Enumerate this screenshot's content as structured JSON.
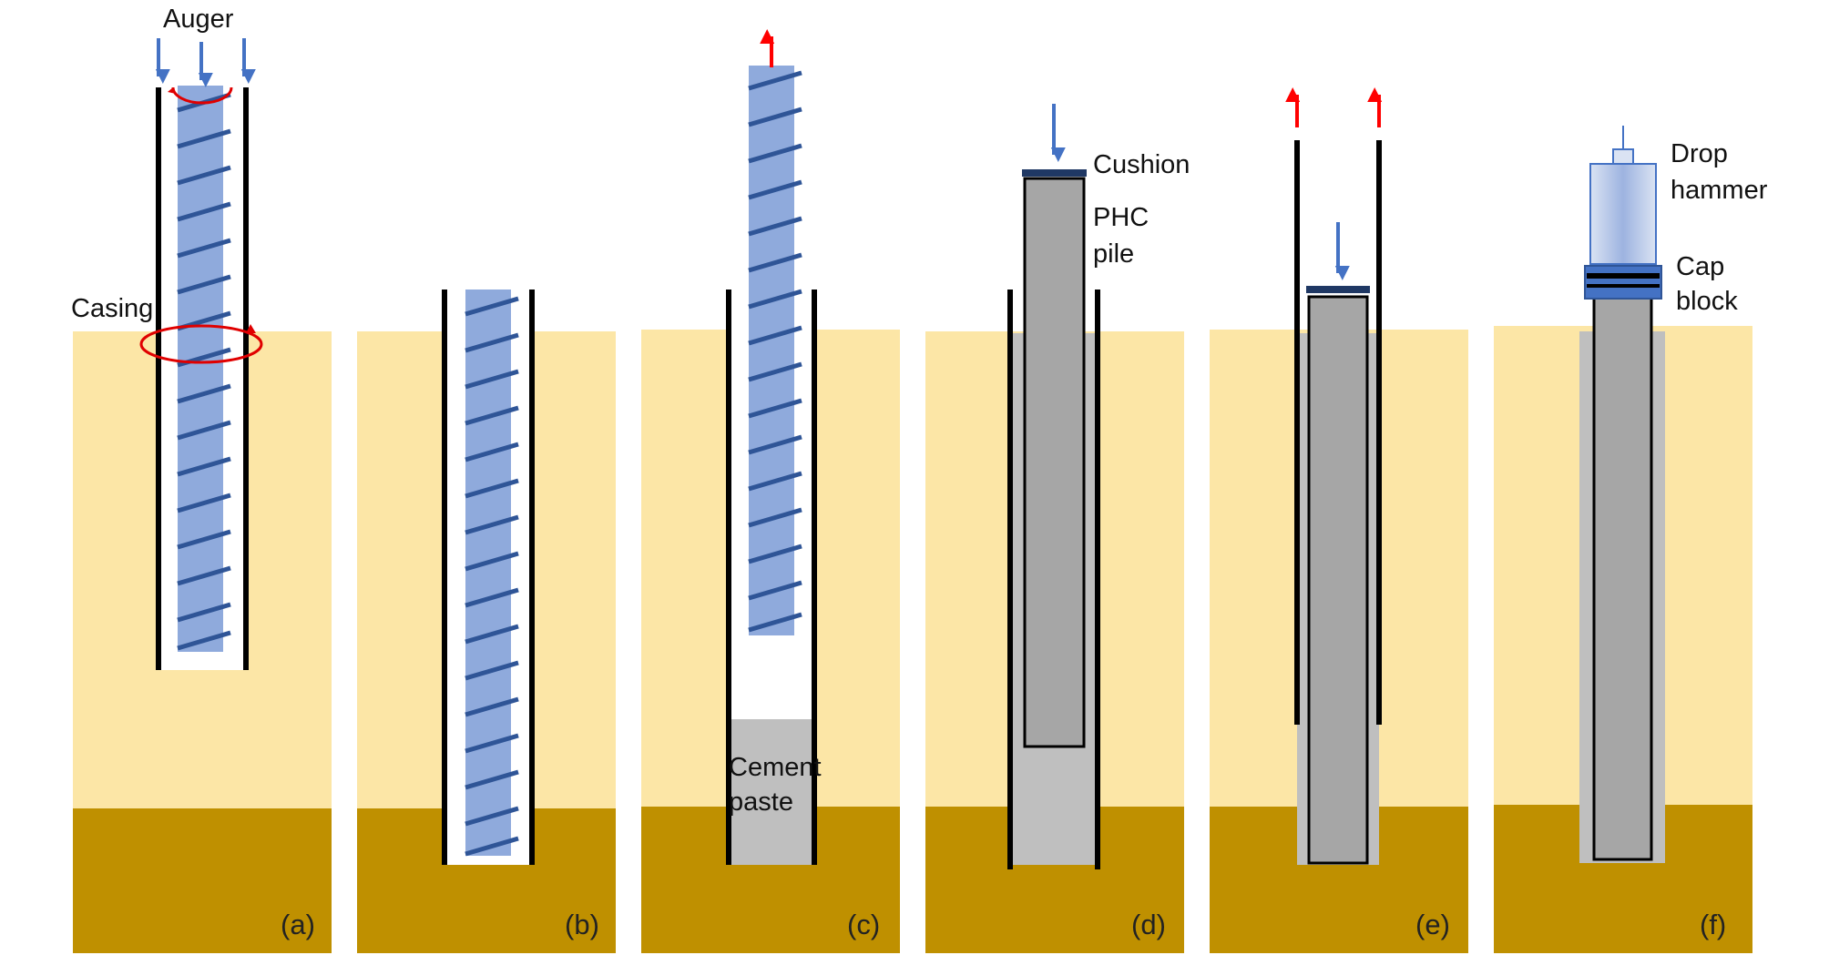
{
  "labels": {
    "auger": "Auger",
    "casing": "Casing",
    "cement_paste": [
      "Cement",
      "paste"
    ],
    "cushion": "Cushion",
    "phc_pile": [
      "PHC",
      "pile"
    ],
    "drop_hammer": [
      "Drop",
      "hammer"
    ],
    "cap_block": [
      "Cap",
      "block"
    ]
  },
  "panels": [
    {
      "id": "a",
      "label": "(a)"
    },
    {
      "id": "b",
      "label": "(b)"
    },
    {
      "id": "c",
      "label": "(c)"
    },
    {
      "id": "d",
      "label": "(d)"
    },
    {
      "id": "e",
      "label": "(e)"
    },
    {
      "id": "f",
      "label": "(f)"
    }
  ],
  "colors": {
    "upper_soil": "#FCE6A6",
    "lower_soil": "#BF9000",
    "auger_fill": "#8FAADC",
    "auger_flight": "#2F5597",
    "casing": "#000000",
    "pile": "#A6A6A6",
    "cement_paste": "#BFBFBF",
    "push_arrow": "#4472C4",
    "pull_arrow": "#FF0000",
    "rotation": "#FF0000",
    "cap_block": "#4472C4"
  },
  "icons": {
    "push": "arrow-down-icon",
    "pull": "arrow-up-icon",
    "rotation": "rotation-ellipse-icon",
    "hammer": "drop-hammer-icon"
  }
}
